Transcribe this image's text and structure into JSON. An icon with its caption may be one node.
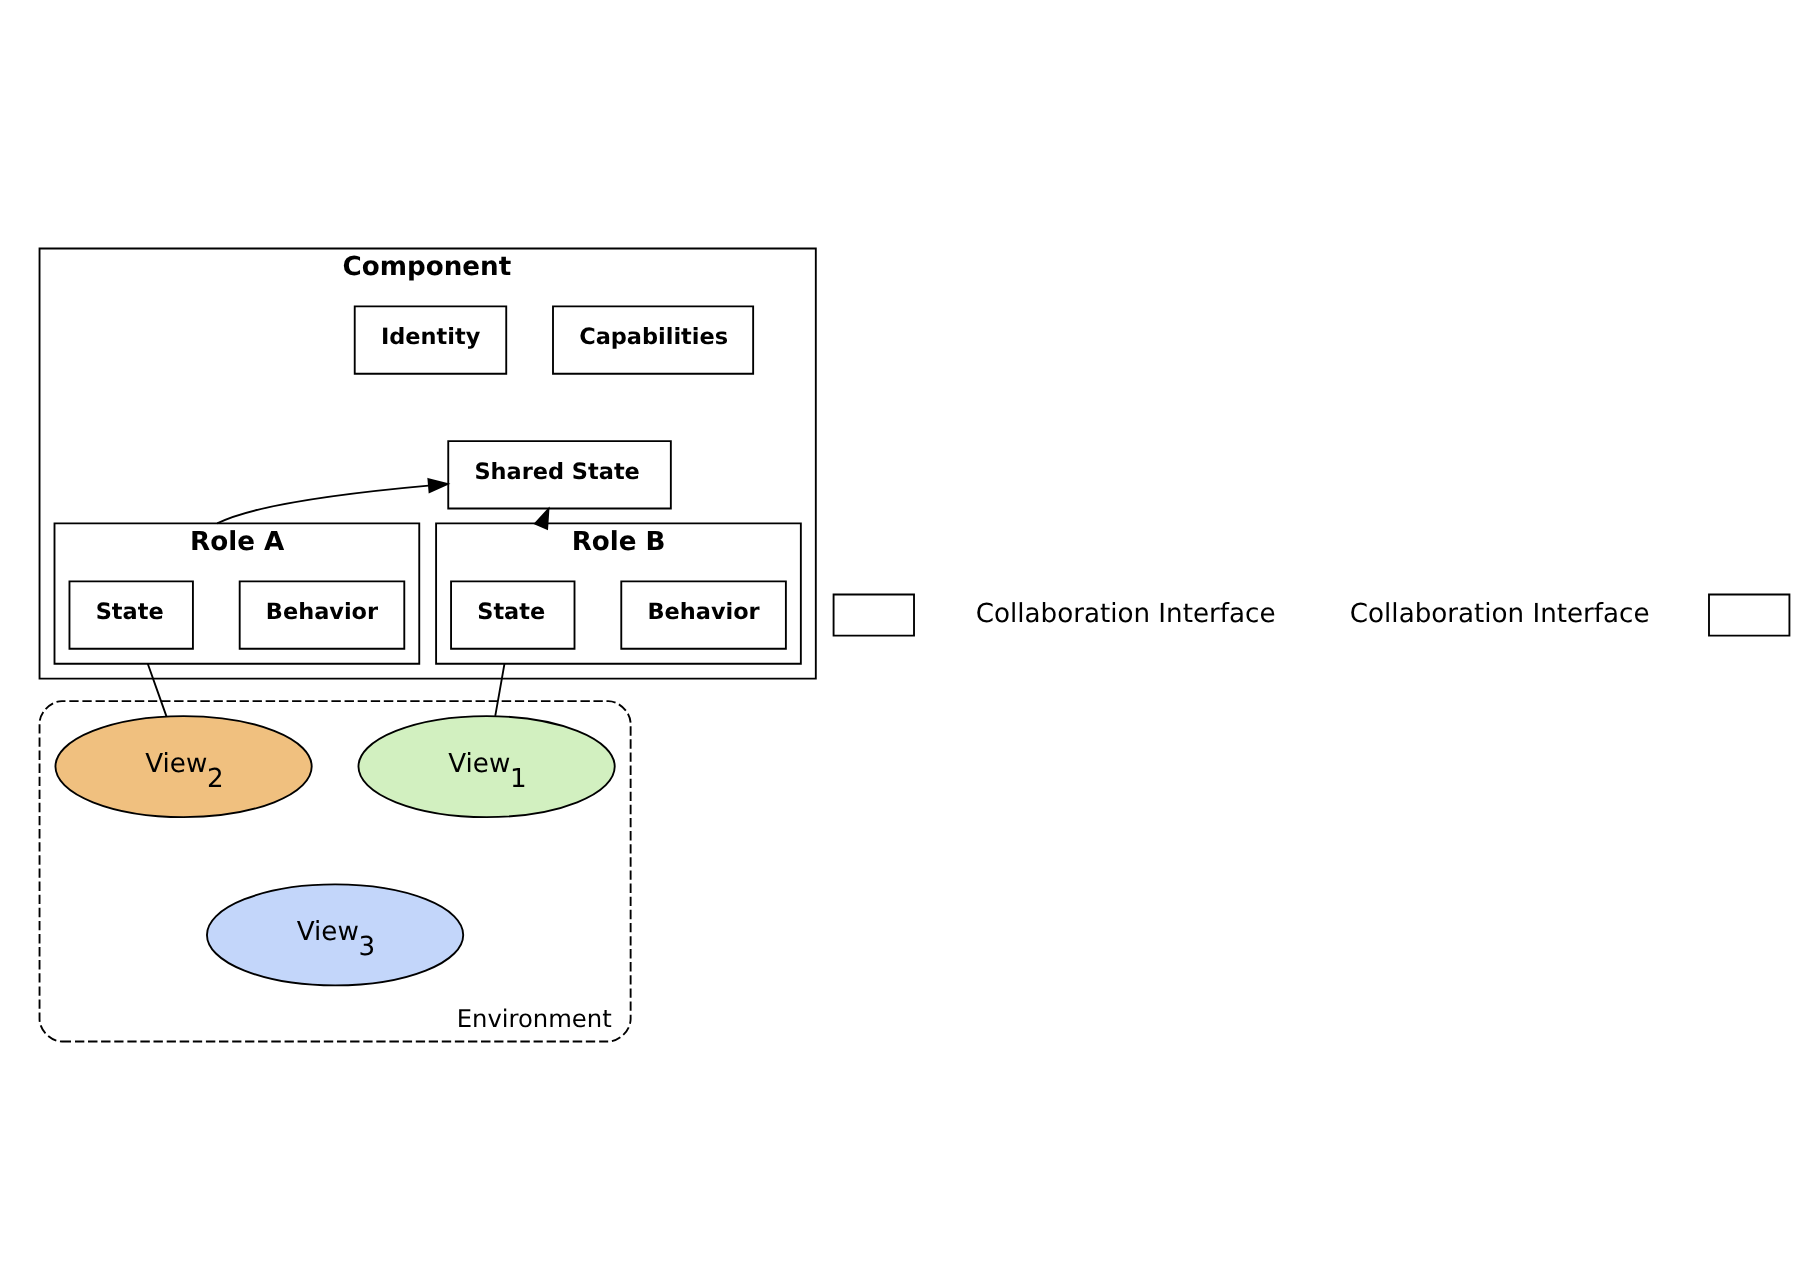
{
  "diagram": {
    "nodes": [
      {
        "text": [
          "Component"
        ]
      },
      {
        "text": [
          "Identity"
        ],
        "in": 0
      },
      {
        "text": [
          "Capabilities"
        ],
        "in": 0
      },
      {
        "text": [
          "Shared State"
        ],
        "in": 0
      },
      {
        "text": [
          "Role A"
        ],
        "in": 0
      },
      {
        "text": [
          "State"
        ],
        "in": 4
      },
      {
        "text": [
          "Behavior"
        ],
        "in": 4
      },
      {
        "text": [
          "Role B"
        ],
        "in": 0
      },
      {
        "text": [
          "State"
        ],
        "in": 7
      },
      {
        "text": [
          "Behavior"
        ],
        "in": 7
      },
      {
        "text": [],
        "shape": "box",
        "beside": [
          "Collaboration Interface"
        ]
      },
      {
        "text": [],
        "shape": "box",
        "beside": [
          "Collaboration Interface"
        ]
      },
      {
        "text": [
          "Environment"
        ]
      },
      {
        "text": [
          "View$_{2}$"
        ],
        "in": 12
      },
      {
        "text": [
          "View$_{1}$"
        ],
        "in": 12
      },
      {
        "text": [
          "View$_{3}$"
        ],
        "in": 12
      }
    ],
    "edges": [
      {
        "from": 4,
        "to": 3,
        "arrow": "to"
      },
      {
        "from": 7,
        "to": 3,
        "arrow": "to"
      },
      {
        "from": 4,
        "to": 13,
        "arrow": "none"
      },
      {
        "from": 7,
        "to": 14,
        "arrow": "none"
      }
    ]
  }
}
